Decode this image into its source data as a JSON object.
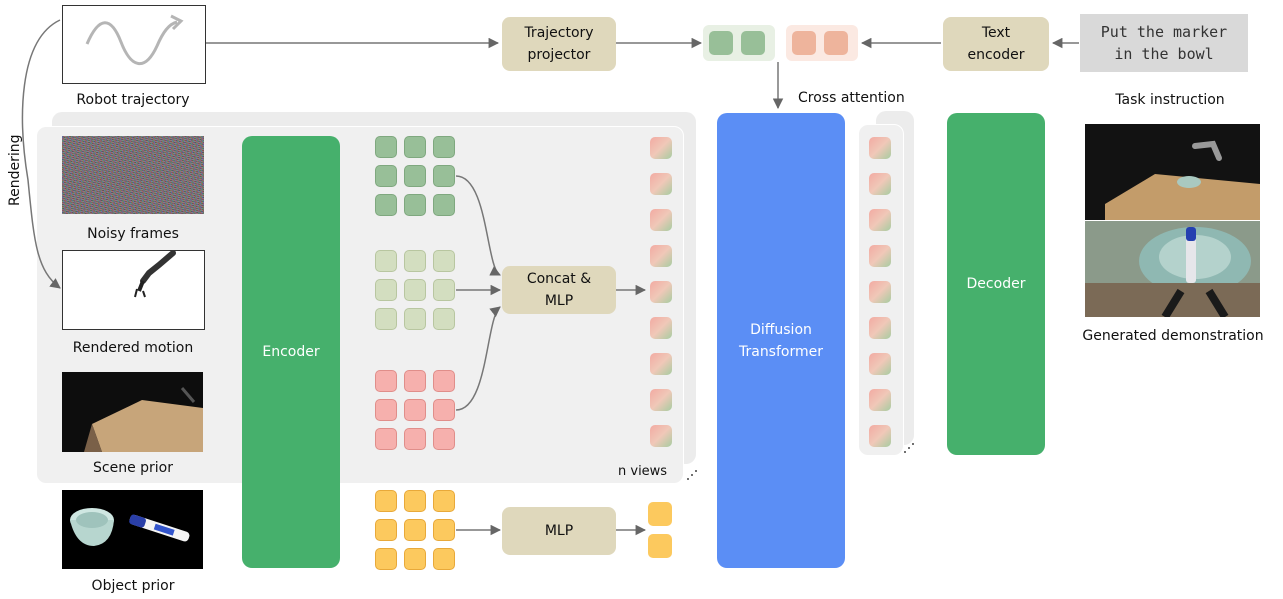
{
  "inputs": {
    "robot_trajectory": "Robot trajectory",
    "noisy_frames": "Noisy frames",
    "rendered_motion": "Rendered motion",
    "scene_prior": "Scene prior",
    "object_prior": "Object prior",
    "rendering": "Rendering"
  },
  "blocks": {
    "encoder": "Encoder",
    "concat_mlp_line1": "Concat &",
    "concat_mlp_line2": "MLP",
    "mlp": "MLP",
    "trajectory_projector_line1": "Trajectory",
    "trajectory_projector_line2": "projector",
    "text_encoder_line1": "Text",
    "text_encoder_line2": "encoder",
    "diffusion_transformer_line1": "Diffusion",
    "diffusion_transformer_line2": "Transformer",
    "decoder": "Decoder"
  },
  "labels": {
    "n_views": "n views",
    "cross_attention": "Cross attention",
    "task_instruction": "Task instruction",
    "generated_demonstration": "Generated demonstration"
  },
  "instruction": {
    "line1": "Put the marker",
    "line2": "in the bowl"
  },
  "colors": {
    "green_dark": "#98bf98",
    "green_light": "#d3dec0",
    "pink": "#f6b0ad",
    "orange": "#fcc95e",
    "encoder": "#46b06c",
    "diffusion": "#5b8ef5",
    "tan": "#dfd8bc",
    "panel": "#f0f0f0"
  }
}
